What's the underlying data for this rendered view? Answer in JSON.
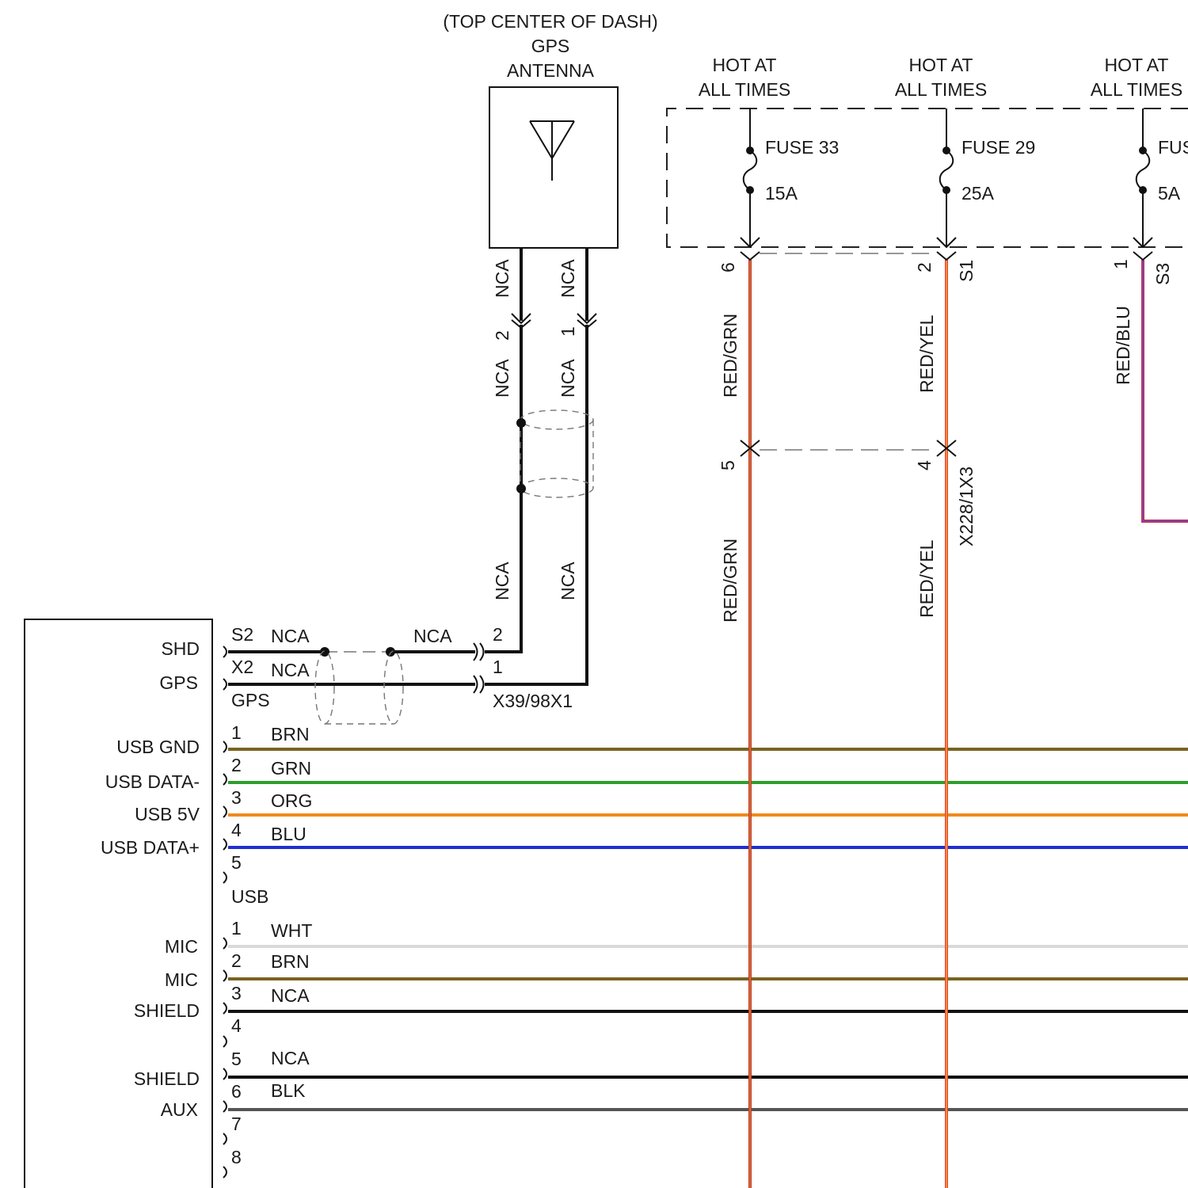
{
  "antenna": {
    "location_label": "(TOP CENTER OF DASH)",
    "name_line1": "GPS",
    "name_line2": "ANTENNA",
    "upper_wire_color_left": "NCA",
    "upper_wire_color_right": "NCA",
    "pin_left": "2",
    "pin_right": "1",
    "lower_wire_color_left": "NCA",
    "lower_wire_color_right": "NCA",
    "bottom_wire_color_left": "NCA",
    "bottom_wire_color_right": "NCA"
  },
  "power": {
    "feeds": [
      {
        "line1": "HOT AT",
        "line2": "ALL TIMES",
        "fuse_name": "FUSE 33",
        "rating": "15A",
        "pin": "6",
        "wire_color": "RED/GRN",
        "lower_pin": "5",
        "lower_wire_color": "RED/GRN",
        "color": "#c0392b"
      },
      {
        "line1": "HOT AT",
        "line2": "ALL TIMES",
        "fuse_name": "FUSE 29",
        "rating": "25A",
        "pin": "2",
        "wire_color": "RED/YEL",
        "lower_pin": "4",
        "lower_wire_color": "RED/YEL",
        "color": "#e8452f"
      },
      {
        "line1": "HOT AT",
        "line2": "ALL TIMES",
        "fuse_name": "FUS",
        "rating": "5A",
        "pin": "1",
        "wire_color": "RED/BLU",
        "color": "#c0305a"
      }
    ],
    "connector_s1": "S1",
    "connector_s3": "S3",
    "connector_x228": "X228/1X3"
  },
  "module": {
    "gps_block": {
      "pins": [
        {
          "label": "SHD",
          "pin": "S2",
          "wire_color": "NCA"
        },
        {
          "label": "GPS",
          "pin": "X2",
          "wire_color": "NCA"
        }
      ],
      "connector": "GPS",
      "right_wire_color": "NCA",
      "pin_top": "2",
      "pin_bottom": "1",
      "inline_connector": "X39/98X1"
    },
    "usb_block": {
      "pins": [
        {
          "label": "USB GND",
          "pin": "1",
          "wire_color": "BRN",
          "color": "#7a6320"
        },
        {
          "label": "USB DATA-",
          "pin": "2",
          "wire_color": "GRN",
          "color": "#2e9e2e"
        },
        {
          "label": "USB 5V",
          "pin": "3",
          "wire_color": "ORG",
          "color": "#f08a1c"
        },
        {
          "label": "USB DATA+",
          "pin": "4",
          "wire_color": "BLU",
          "color": "#1f2fd0"
        }
      ],
      "spare_pin": "5",
      "connector": "USB"
    },
    "aux_block": {
      "pins": [
        {
          "label": "MIC",
          "pin": "1",
          "wire_color": "WHT",
          "color": "#d9d9d9"
        },
        {
          "label": "MIC",
          "pin": "2",
          "wire_color": "BRN",
          "color": "#7a6320"
        },
        {
          "label": "SHIELD",
          "pin": "3",
          "wire_color": "NCA",
          "color": "#111111"
        },
        {
          "label": "",
          "pin": "4",
          "wire_color": "",
          "color": ""
        },
        {
          "label": "SHIELD",
          "pin": "5",
          "wire_color": "NCA",
          "color": "#111111"
        },
        {
          "label": "AUX",
          "pin": "6",
          "wire_color": "BLK",
          "color": "#555555"
        },
        {
          "label": "",
          "pin": "7",
          "wire_color": "",
          "color": ""
        },
        {
          "label": "",
          "pin": "8",
          "wire_color": "",
          "color": ""
        }
      ]
    }
  },
  "colors": {
    "ink": "#111111",
    "red_grn": "#c0392b",
    "red_yel": "#e8452f",
    "red_blu": "#c0305a"
  }
}
